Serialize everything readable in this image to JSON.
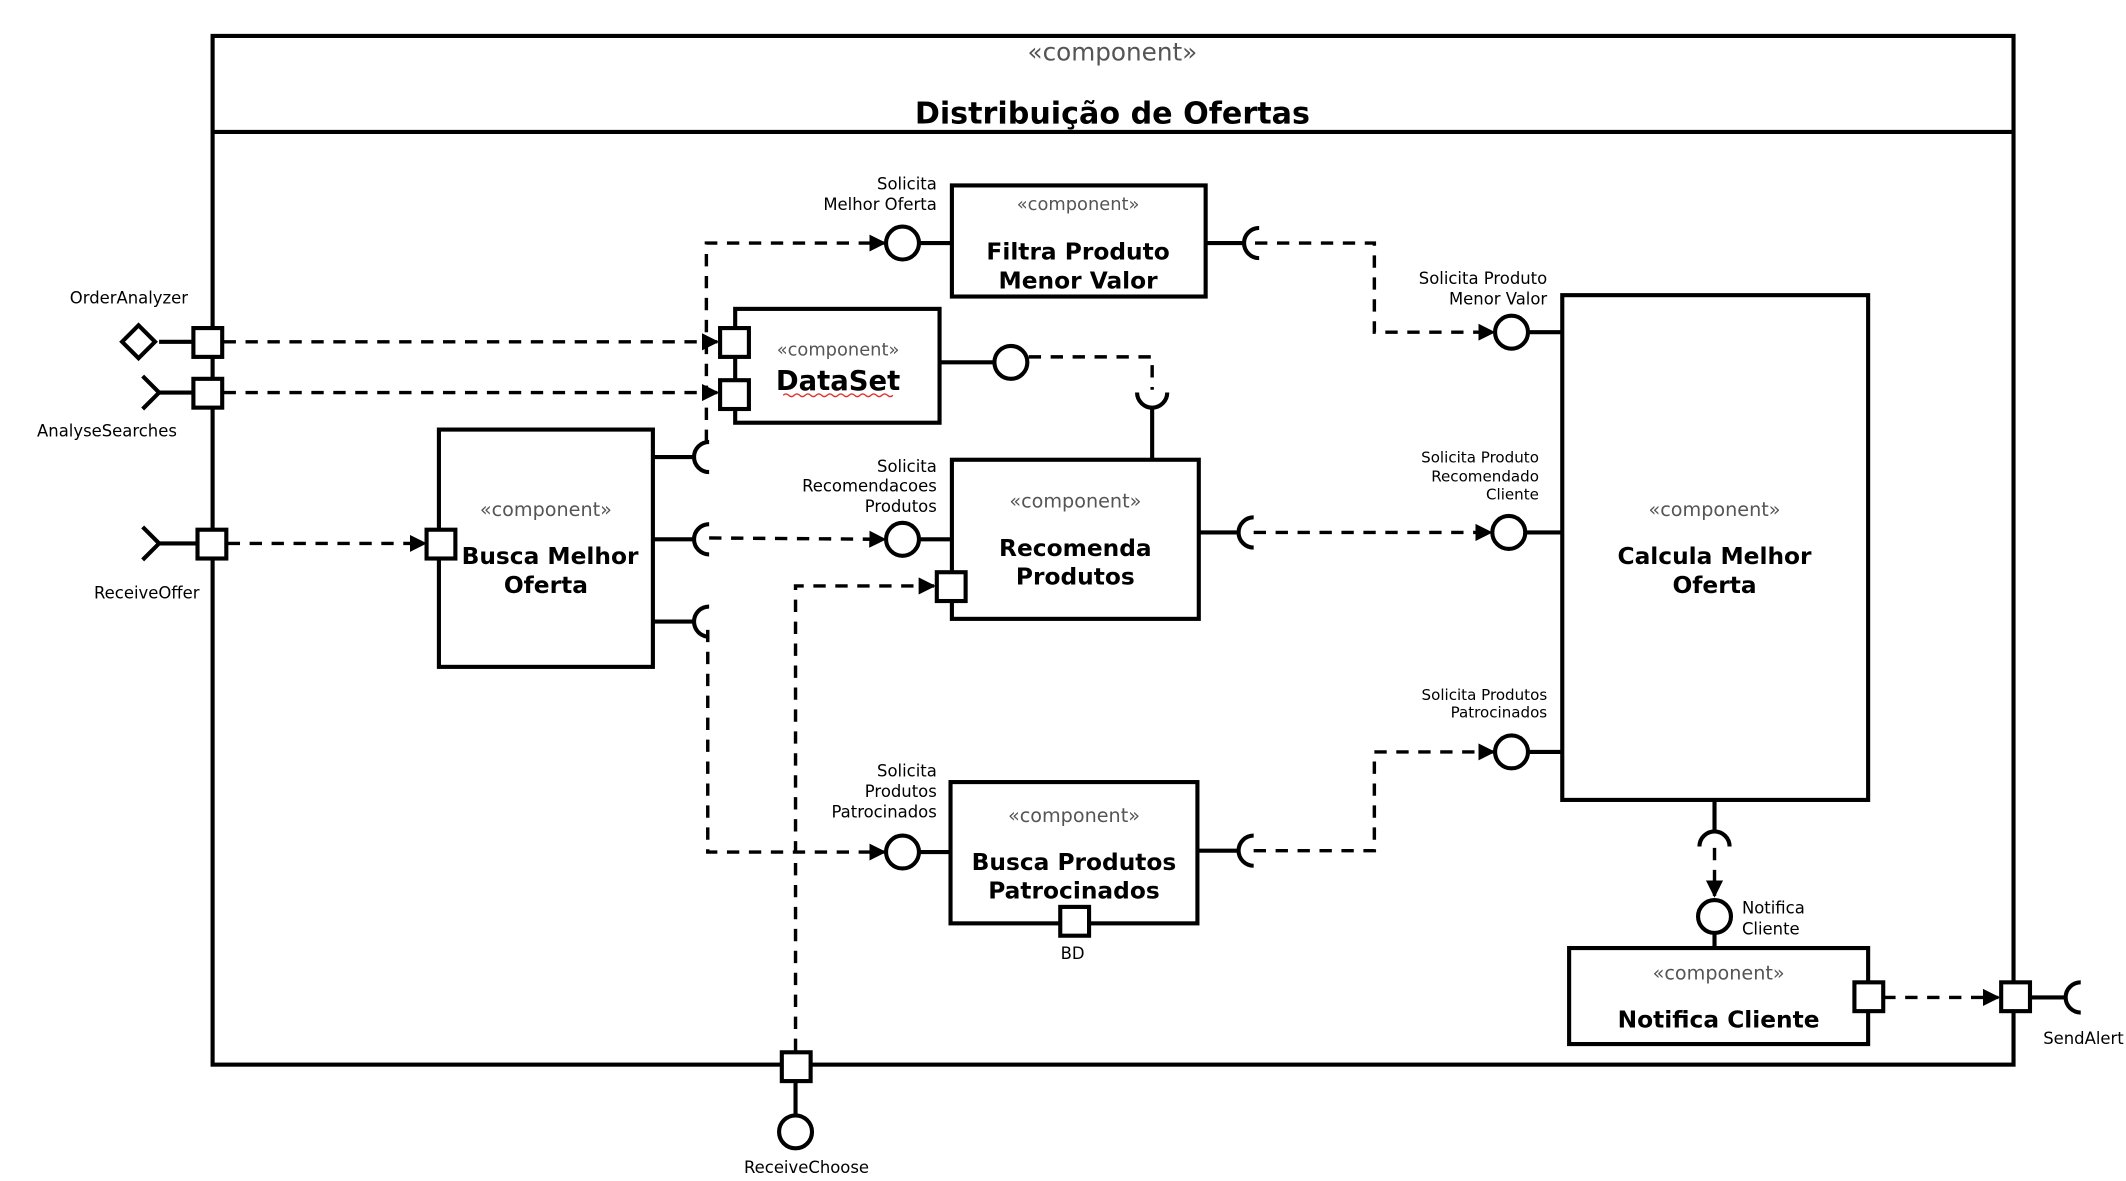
{
  "stereotype": "«component»",
  "container": {
    "title": "Distribuição de Ofertas"
  },
  "components": {
    "filtra": {
      "name_lines": [
        "Filtra Produto",
        "Menor Valor"
      ]
    },
    "dataset": {
      "name_lines": [
        "DataSet"
      ]
    },
    "busca_melhor": {
      "name_lines": [
        "Busca Melhor",
        "Oferta"
      ]
    },
    "recomenda": {
      "name_lines": [
        "Recomenda",
        "Produtos"
      ]
    },
    "patrocinados": {
      "name_lines": [
        "Busca Produtos",
        "Patrocinados"
      ]
    },
    "calcula": {
      "name_lines": [
        "Calcula Melhor",
        "Oferta"
      ]
    },
    "notifica": {
      "name_lines": [
        "Notifica Cliente"
      ]
    }
  },
  "ports": {
    "order_analyzer": "OrderAnalyzer",
    "analyse_searches": "AnalyseSearches",
    "receive_offer": "ReceiveOffer",
    "receive_choose": "ReceiveChoose",
    "send_alert": "SendAlert",
    "bd": "BD"
  },
  "interfaces": {
    "solicita_melhor_oferta": [
      "Solicita",
      "Melhor Oferta"
    ],
    "solicita_recomendacoes": [
      "Solicita",
      "Recomendacoes",
      "Produtos"
    ],
    "solicita_patrocinados": [
      "Solicita",
      "Produtos",
      "Patrocinados"
    ],
    "solicita_menor_valor": [
      "Solicita Produto",
      "Menor Valor"
    ],
    "solicita_recomendado_cliente": [
      "Solicita Produto",
      "Recomendado",
      "Cliente"
    ],
    "solicita_patrocinados_calc": [
      "Solicita Produtos",
      "Patrocinados"
    ],
    "notifica_cliente": [
      "Notifica",
      "Cliente"
    ]
  }
}
